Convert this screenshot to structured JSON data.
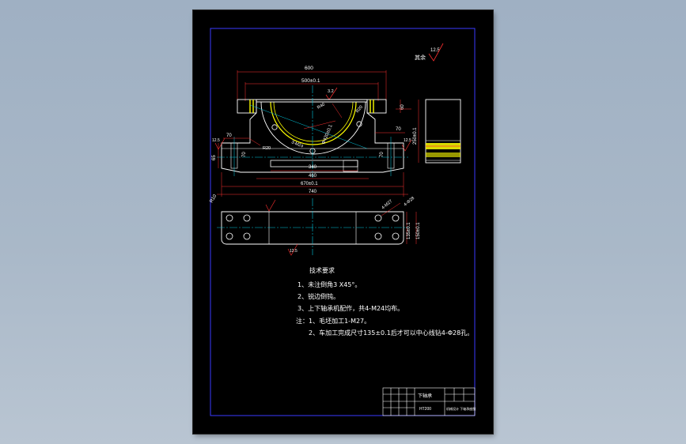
{
  "drawing": {
    "roughness_label": "其余",
    "roughness_value": "12.5",
    "dims": {
      "d600": "600",
      "d500": "500±0.1",
      "d60": "60",
      "d250": "250±0.1",
      "d70a": "70",
      "d70b": "70",
      "d70c": "70",
      "d70d": "70",
      "d65": "65",
      "r20a": "R20",
      "r20b": "R20",
      "r10": "R10",
      "r40": "R40",
      "m24": "3-M24",
      "d340": "340",
      "d460": "460",
      "d670": "670±0.1",
      "d740": "740",
      "d135": "135±0.1",
      "d150": "150±0.1",
      "d4m27": "4-M27",
      "d4d28": "4-Φ28",
      "dia_big": "Φ420±0.1",
      "r32": "3.2",
      "r125b": "12.5",
      "r125c": "12.5",
      "r125d": "12.5"
    },
    "notes": {
      "heading": "技术要求",
      "line1": "1、未注倒角3 X45°。",
      "line2": "2、锐边倒钝。",
      "line3": "3、上下轴承机配作，共4-M24均布。",
      "line4": "注：1、毛坯加工1-M27。",
      "line5": "2、车加工完成尺寸135±0.1后才可以中心线钻4-Φ28孔。"
    },
    "title_block": {
      "name": "下轴承",
      "material": "HT200",
      "code": "机械设计 下轴承座图"
    }
  }
}
